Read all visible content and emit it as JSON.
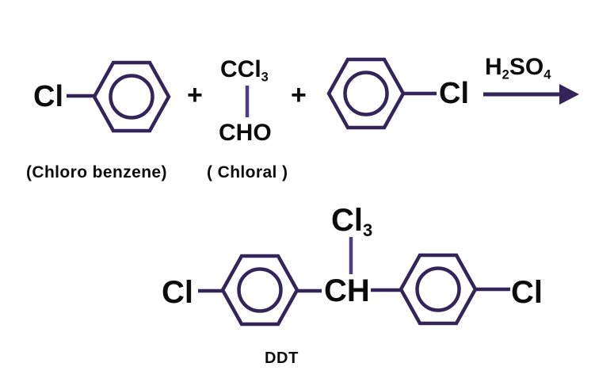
{
  "colors": {
    "ring_bond_purple": "#33255a",
    "vertical_bond_purple": "#4e3d85",
    "text_black": "#0c0c0c",
    "background": "#ffffff"
  },
  "top_row": {
    "chlorobenzene": {
      "cl": "Cl",
      "label": "(Chloro benzene)"
    },
    "plus_left": "+",
    "chloral": {
      "ccl": "CCl",
      "ccl_sub": "3",
      "cho": "CHO",
      "label": "( Chloral )"
    },
    "plus_right": "+",
    "chlorobenzene2": {
      "cl": "Cl"
    },
    "catalyst": {
      "h": "H",
      "h_sub": "2",
      "so": "SO",
      "so_sub": "4"
    }
  },
  "product": {
    "ccl3_top": "Cl",
    "ccl3_sub": "3",
    "cl_left": "Cl",
    "ch": "CH",
    "cl_right": "Cl",
    "label": "DDT"
  }
}
